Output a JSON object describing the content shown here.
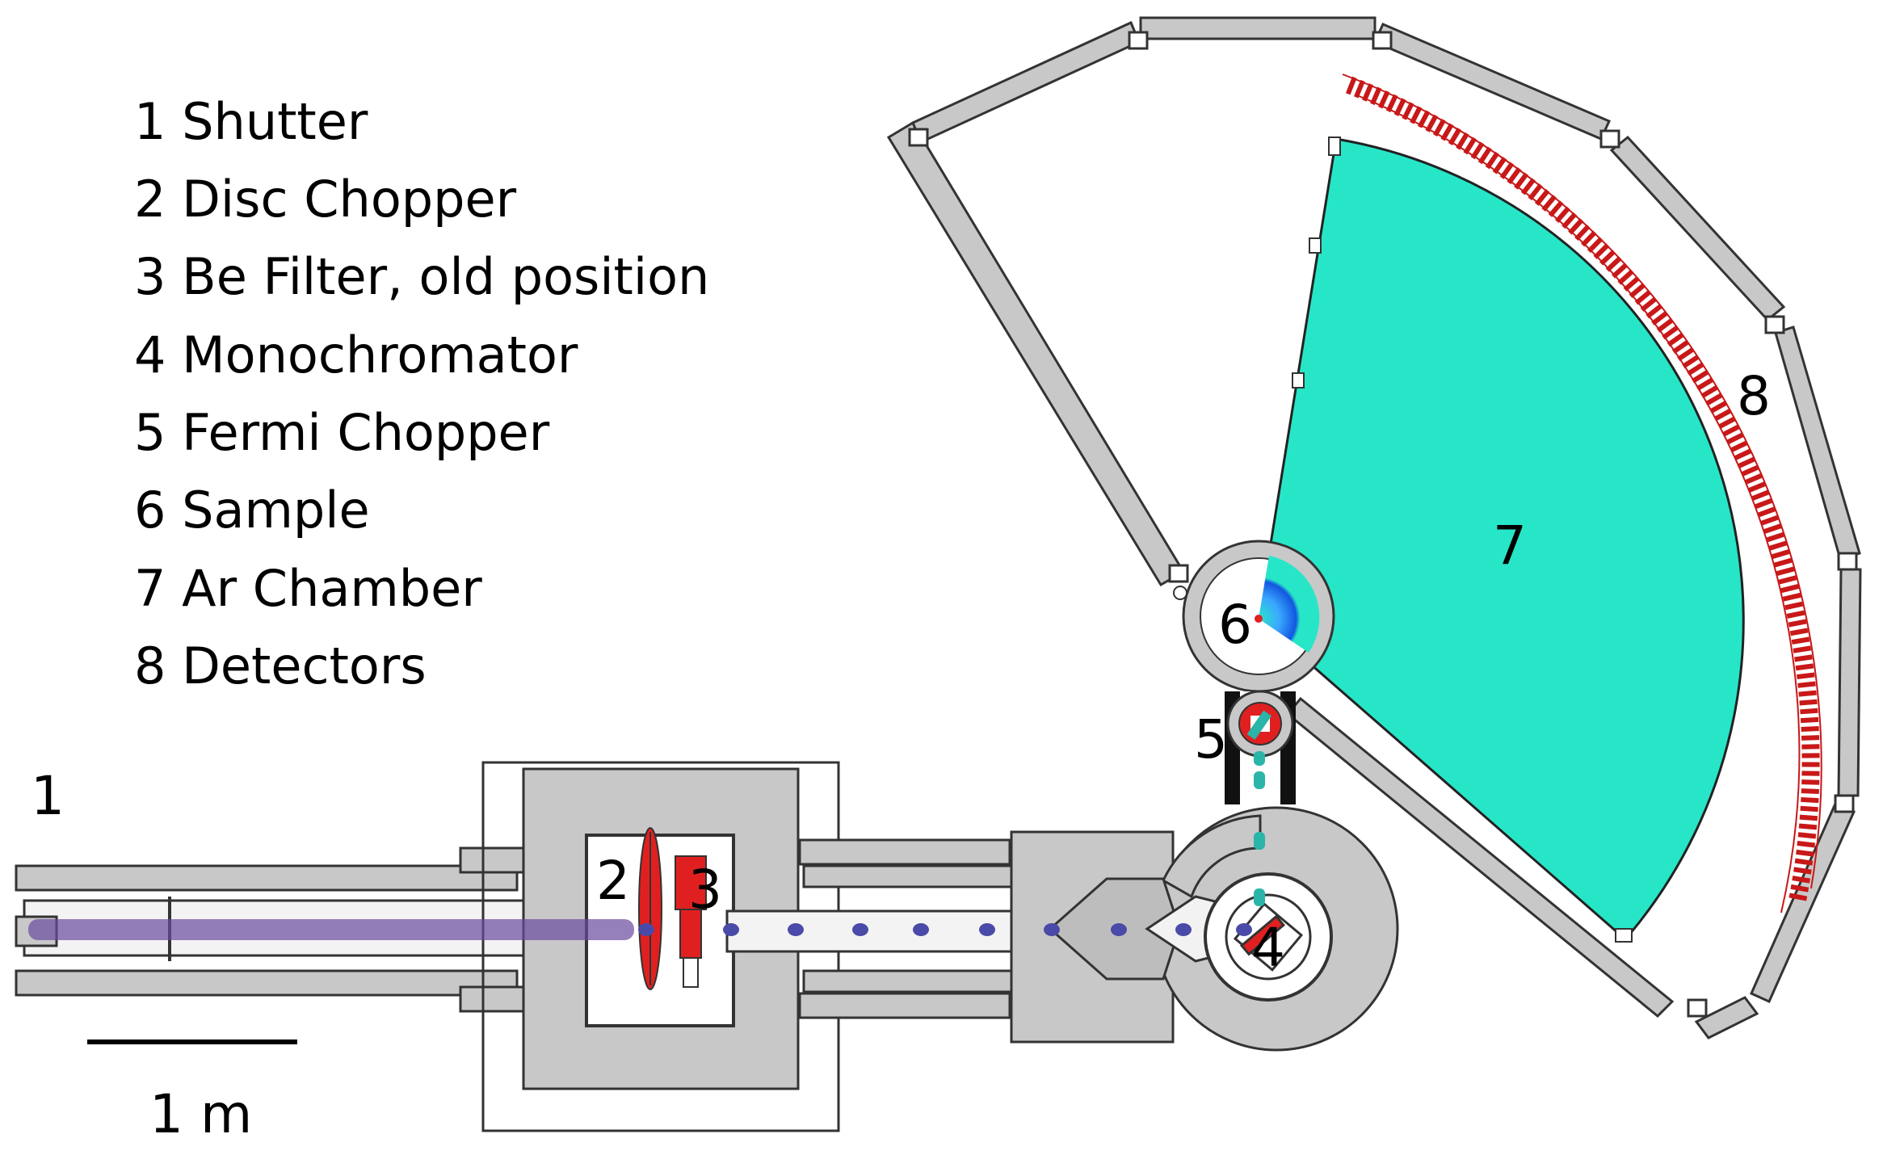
{
  "legend": {
    "items": [
      {
        "number": "1",
        "label": "Shutter"
      },
      {
        "number": "2",
        "label": "Disc Chopper"
      },
      {
        "number": "3",
        "label": "Be Filter, old position"
      },
      {
        "number": "4",
        "label": "Monochromator"
      },
      {
        "number": "5",
        "label": "Fermi Chopper"
      },
      {
        "number": "6",
        "label": "Sample"
      },
      {
        "number": "7",
        "label": "Ar Chamber"
      },
      {
        "number": "8",
        "label": "Detectors"
      }
    ]
  },
  "markers": {
    "m1": "1",
    "m2": "2",
    "m3": "3",
    "m4": "4",
    "m5": "5",
    "m6": "6",
    "m7": "7",
    "m8": "8"
  },
  "scale_bar": {
    "label": "1 m"
  },
  "colors": {
    "shield_grey": "#c8c8c8",
    "outline": "#333333",
    "chopper_red": "#e02020",
    "detector_red": "#c81818",
    "chamber_blue": "#1e7cff",
    "chamber_cyan": "#29f0c8",
    "beam_dots": "#4a4aa8",
    "beam_teal": "#2ab5a8"
  }
}
